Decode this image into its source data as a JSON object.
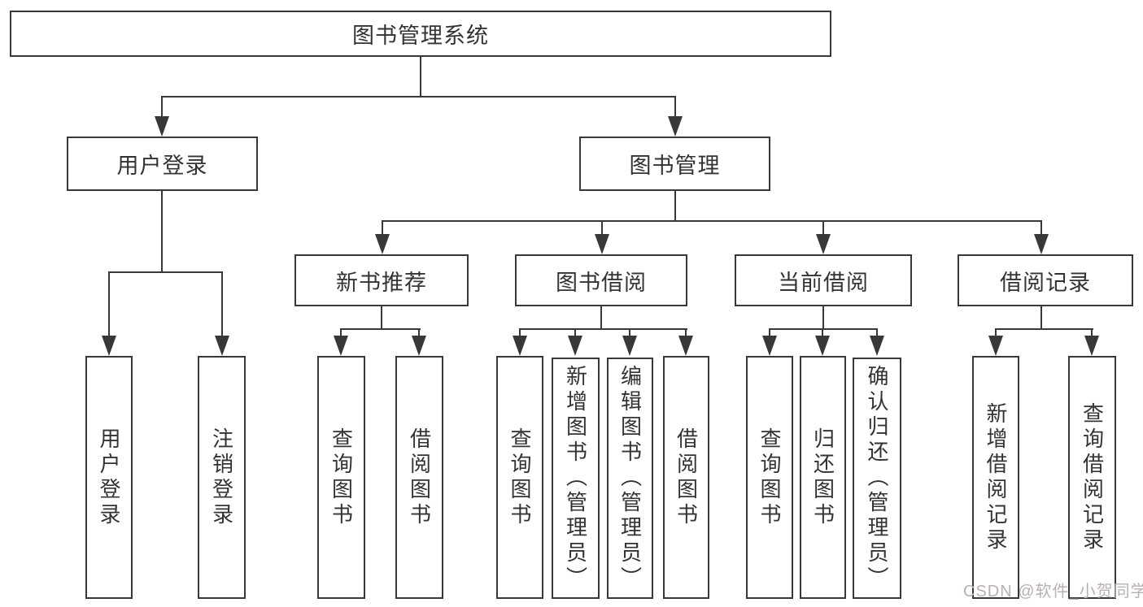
{
  "tree": {
    "root": {
      "label": "图书管理系统"
    },
    "branches": [
      {
        "label": "用户登录",
        "children": [
          {
            "label": "用户登录"
          },
          {
            "label": "注销登录"
          }
        ]
      },
      {
        "label": "图书管理",
        "children": [
          {
            "label": "新书推荐",
            "children": [
              {
                "label": "查询图书"
              },
              {
                "label": "借阅图书"
              }
            ]
          },
          {
            "label": "图书借阅",
            "children": [
              {
                "label": "查询图书"
              },
              {
                "label": "新增图书（管理员）"
              },
              {
                "label": "编辑图书（管理员）"
              },
              {
                "label": "借阅图书"
              }
            ]
          },
          {
            "label": "当前借阅",
            "children": [
              {
                "label": "查询图书"
              },
              {
                "label": "归还图书"
              },
              {
                "label": "确认归还（管理员）"
              }
            ]
          },
          {
            "label": "借阅记录",
            "children": [
              {
                "label": "新增借阅记录"
              },
              {
                "label": "查询借阅记录"
              }
            ]
          }
        ]
      }
    ]
  },
  "watermark": {
    "label": "CSDN @软件_小贺同学"
  },
  "colors": {
    "line": "#383838",
    "text": "#333333",
    "box_background": "#ffffff",
    "page_background": "#ffffff",
    "watermark": "#b9b1b1"
  }
}
